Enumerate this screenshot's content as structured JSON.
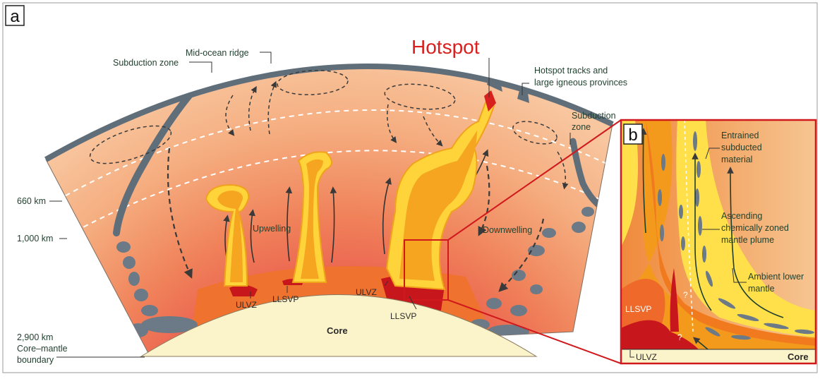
{
  "panels": {
    "a": "a",
    "b": "b"
  },
  "colors": {
    "hotspot": "#d9201e",
    "frame_red": "#d0191c",
    "slab": "#5f6e79",
    "core": "#fbf3c9",
    "label_green": "#1f3f2d"
  },
  "labels": {
    "hotspot": "Hotspot",
    "mid_ocean_ridge": "Mid-ocean ridge",
    "subduction_zone_left": "Subduction zone",
    "hotspot_tracks_1": "Hotspot tracks and",
    "hotspot_tracks_2": "large igneous provinces",
    "subduction_zone_right_1": "Subduction",
    "subduction_zone_right_2": "zone",
    "depth_660": "660 km",
    "depth_1000": "1,000 km",
    "depth_2900": "2,900 km",
    "cmb_1": "Core–mantle",
    "cmb_2": "boundary",
    "upwelling": "Upwelling",
    "downwelling": "Downwelling",
    "ulvz_left": "ULVZ",
    "llsvp_left": "LLSVP",
    "ulvz_right": "ULVZ",
    "llsvp_right": "LLSVP",
    "core": "Core"
  },
  "inset": {
    "entrained_1": "Entrained",
    "entrained_2": "subducted",
    "entrained_3": "material",
    "ascending_1": "Ascending",
    "ascending_2": "chemically zoned",
    "ascending_3": "mantle plume",
    "ambient_1": "Ambient lower",
    "ambient_2": "mantle",
    "llsvp": "LLSVP",
    "ulvz": "ULVZ",
    "core": "Core",
    "q1": "?",
    "q2": "?"
  }
}
